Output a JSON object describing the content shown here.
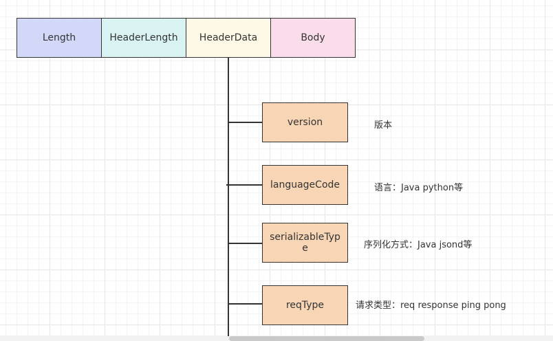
{
  "header": {
    "cells": [
      {
        "label": "Length",
        "color": "#d3d8f9"
      },
      {
        "label": "HeaderLength",
        "color": "#d9f3f2"
      },
      {
        "label": "HeaderData",
        "color": "#fdf9e6"
      },
      {
        "label": "Body",
        "color": "#fbdcea"
      }
    ]
  },
  "fields": [
    {
      "label": "version",
      "note": "版本"
    },
    {
      "label": "languageCode",
      "note": "语言：Java python等"
    },
    {
      "label": "serializableType",
      "note": "序列化方式：Java jsond等"
    },
    {
      "label": "reqType",
      "note": "请求类型：req response ping pong"
    }
  ],
  "colors": {
    "field_fill": "#f8d5b4",
    "border": "#333333",
    "grid": "#e6e6e6"
  }
}
